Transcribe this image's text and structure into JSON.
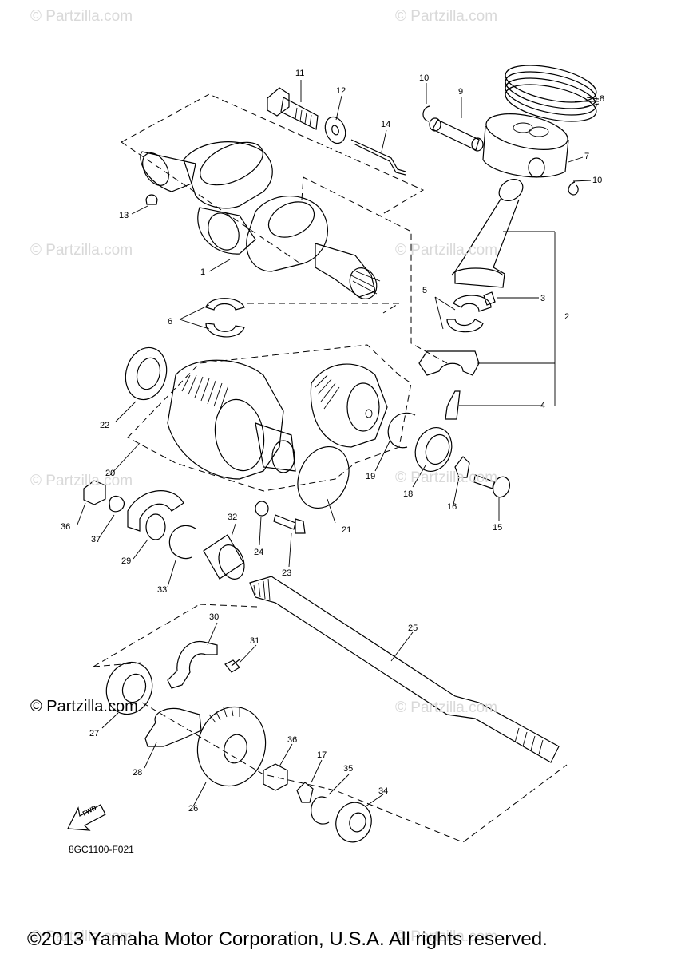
{
  "watermark": "© Partzilla.com",
  "drawing_code": "8GC1100-F021",
  "fwd_label": "FWD",
  "copyright": "©2013 Yamaha Motor Corporation, U.S.A. All rights reserved.",
  "callouts": {
    "n1": "1",
    "n2": "2",
    "n3": "3",
    "n4": "4",
    "n5": "5",
    "n6": "6",
    "n7": "7",
    "n8": "8",
    "n9": "9",
    "n10a": "10",
    "n10b": "10",
    "n11": "11",
    "n12": "12",
    "n13": "13",
    "n14": "14",
    "n15": "15",
    "n16": "16",
    "n17": "17",
    "n18": "18",
    "n19": "19",
    "n20": "20",
    "n21": "21",
    "n22": "22",
    "n23": "23",
    "n24": "24",
    "n25": "25",
    "n26": "26",
    "n27": "27",
    "n28": "28",
    "n29": "29",
    "n30": "30",
    "n31": "31",
    "n32": "32",
    "n33": "33",
    "n34": "34",
    "n35": "35",
    "n36a": "36",
    "n36b": "36",
    "n37": "37"
  }
}
